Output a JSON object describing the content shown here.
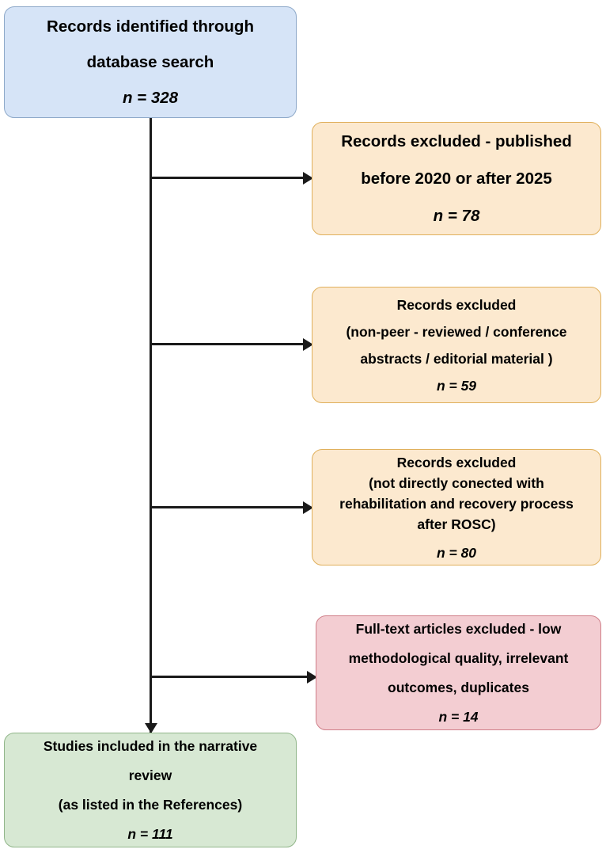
{
  "diagram": {
    "title": "PRISMA study selection flow diagram",
    "colors": {
      "identified_fill": "#d6e4f7",
      "identified_border": "#8ea9c9",
      "excluded_fill": "#fce9cf",
      "excluded_border": "#e0b05c",
      "fulltext_fill": "#f3cdd2",
      "fulltext_border": "#cf7f89",
      "included_fill": "#d7e8d3",
      "included_border": "#91b68a",
      "connector": "#1a1a1a"
    },
    "nodes": {
      "identified": {
        "lines": [
          "Records identified through",
          "database search"
        ],
        "count": "n = 328"
      },
      "excluded_date": {
        "lines": [
          "Records excluded - published",
          "before 2020 or after 2025"
        ],
        "count": "n = 78"
      },
      "excluded_peer": {
        "lines": [
          "Records excluded",
          "(non-peer - reviewed / conference",
          "abstracts / editorial material )"
        ],
        "count": "n = 59"
      },
      "excluded_topic": {
        "lines": [
          "Records excluded",
          "(not directly conected with",
          "rehabilitation and recovery process",
          "after ROSC)"
        ],
        "count": "n = 80"
      },
      "excluded_fulltext": {
        "lines": [
          "Full-text articles excluded - low",
          "methodological quality, irrelevant",
          "outcomes, duplicates"
        ],
        "count": "n = 14"
      },
      "included": {
        "lines": [
          "Studies included in the narrative",
          "review",
          "(as listed in the References)"
        ],
        "count": "n = 111"
      }
    }
  }
}
